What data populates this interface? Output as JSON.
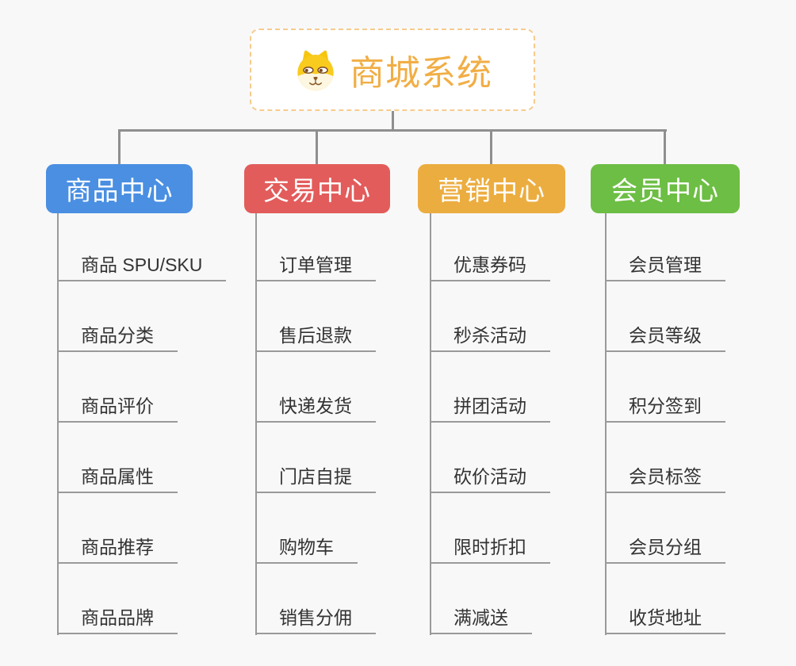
{
  "canvas": {
    "background": "#f8f8f8",
    "connector_color": "#8f8f8f"
  },
  "root": {
    "title": "商城系统",
    "icon": "shiba-dog-icon",
    "text_color": "#f1ae45",
    "border_color": "#f6cb8d"
  },
  "branches": [
    {
      "label": "商品中心",
      "color": "#4a8fe2",
      "children": [
        "商品 SPU/SKU",
        "商品分类",
        "商品评价",
        "商品属性",
        "商品推荐",
        "商品品牌"
      ]
    },
    {
      "label": "交易中心",
      "color": "#e25c5b",
      "children": [
        "订单管理",
        "售后退款",
        "快递发货",
        "门店自提",
        "购物车",
        "销售分佣"
      ]
    },
    {
      "label": "营销中心",
      "color": "#ecad40",
      "children": [
        "优惠券码",
        "秒杀活动",
        "拼团活动",
        "砍价活动",
        "限时折扣",
        "满减送"
      ]
    },
    {
      "label": "会员中心",
      "color": "#6dbe44",
      "children": [
        "会员管理",
        "会员等级",
        "积分签到",
        "会员标签",
        "会员分组",
        "收货地址"
      ]
    }
  ]
}
